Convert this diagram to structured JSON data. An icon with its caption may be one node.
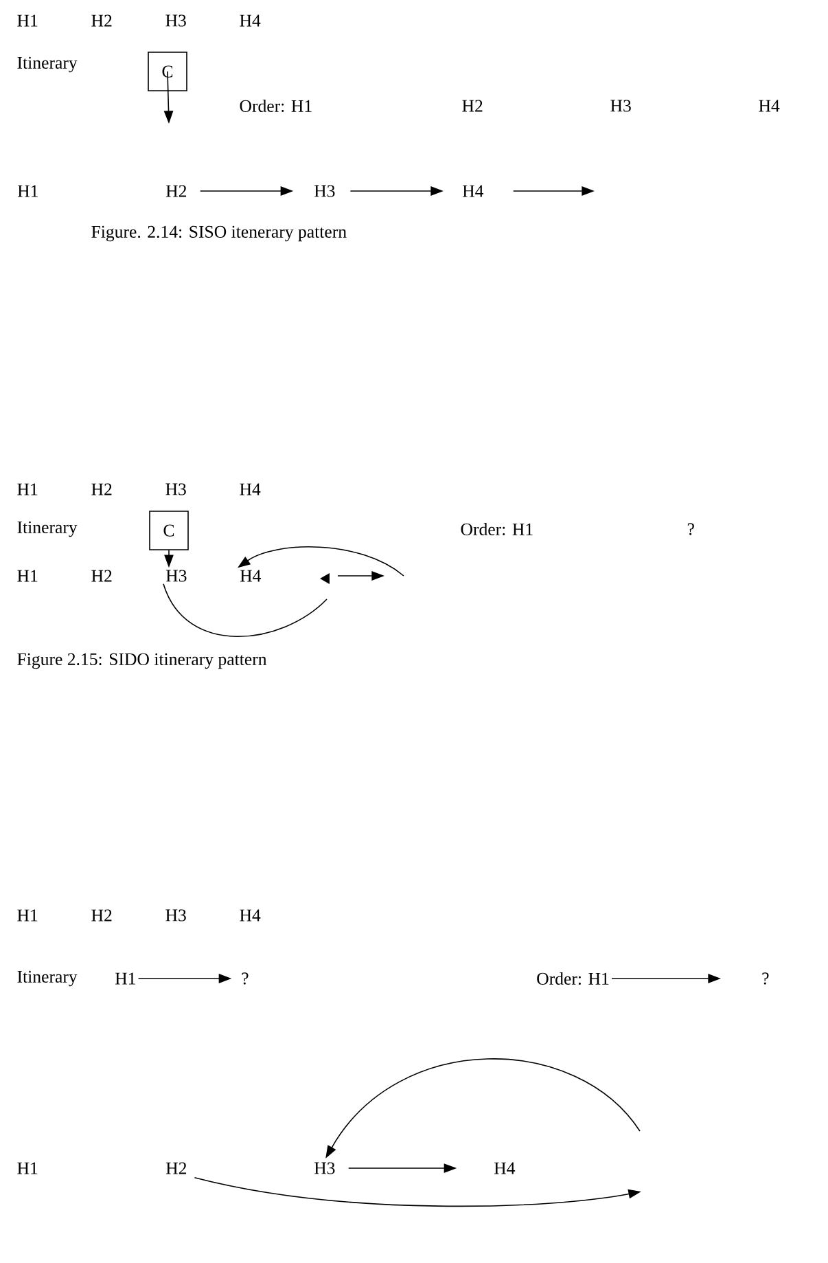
{
  "diagram": {
    "nodes": [
      {
        "text": [
          "C"
        ]
      },
      {
        "text": [
          "H1"
        ]
      },
      {
        "text": [
          "H2"
        ]
      },
      {
        "text": [
          "H3"
        ]
      },
      {
        "text": [
          "H4"
        ]
      },
      {
        "text": [
          "C"
        ]
      },
      {
        "text": [
          "H3"
        ]
      },
      {
        "text": [
          "H4"
        ]
      },
      {
        "text": [
          "H1"
        ]
      },
      {
        "text": [
          "?"
        ]
      },
      {
        "text": [
          "Order: H1"
        ]
      },
      {
        "text": [
          "?"
        ]
      },
      {
        "text": [
          "H2"
        ]
      },
      {
        "text": [
          "H3"
        ]
      },
      {
        "text": [
          "H4"
        ]
      }
    ],
    "edges": [
      {
        "from": 0,
        "to": null,
        "arrow": "to"
      },
      {
        "from": 2,
        "to": 3,
        "arrow": "to"
      },
      {
        "from": 3,
        "to": 4,
        "arrow": "to"
      },
      {
        "from": 4,
        "to": null,
        "arrow": "to"
      },
      {
        "from": 5,
        "to": 6,
        "arrow": "to"
      },
      {
        "from": null,
        "to": 7,
        "arrow": "to"
      },
      {
        "from": 6,
        "to": null,
        "arrow": "none"
      },
      {
        "from": 8,
        "to": 9,
        "arrow": "to"
      },
      {
        "from": 10,
        "to": 11,
        "arrow": "to"
      },
      {
        "from": 13,
        "to": 14,
        "arrow": "to"
      },
      {
        "from": 12,
        "to": null,
        "arrow": "to"
      },
      {
        "from": null,
        "to": 13,
        "arrow": "to"
      }
    ],
    "labels": [
      "H1",
      "H2",
      "H3",
      "H4",
      "Itinerary",
      "Order: H1",
      "H2",
      "H3",
      "H4",
      "Figure. 2.14: SISO itenerary pattern",
      "H1",
      "H2",
      "H3",
      "H4",
      "Itinerary",
      "Order: H1",
      "?",
      "H1",
      "H2",
      "Figure 2.15: SIDO itinerary pattern",
      "H1",
      "H2",
      "H3",
      "H4",
      "Itinerary",
      "H1"
    ]
  }
}
